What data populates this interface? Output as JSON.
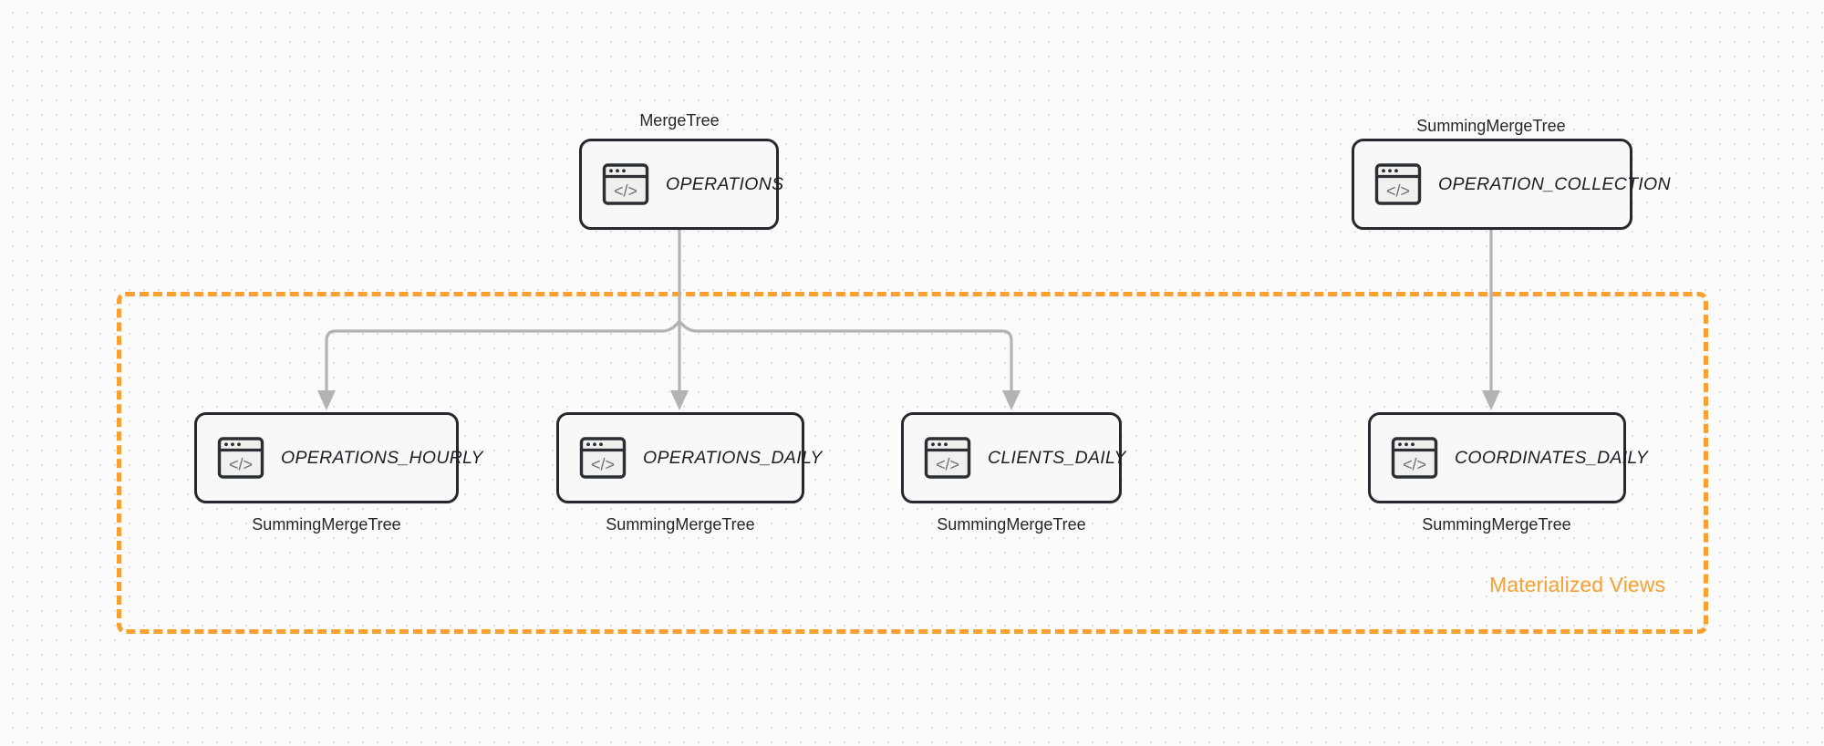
{
  "diagram": {
    "title": "ClickHouse table and materialized view topology",
    "accent_color": "#f9a031",
    "node_border_color": "#25282c",
    "edge_color": "#b3b3b3",
    "background_color": "#fbfbfb"
  },
  "group": {
    "label": "Materialized Views",
    "style": "dashed",
    "color": "#f9a031"
  },
  "source_nodes": [
    {
      "id": "operations",
      "name": "OPERATIONS",
      "engine": "MergeTree",
      "engine_position": "above",
      "icon": "code-window-icon"
    },
    {
      "id": "operation_collection",
      "name": "OPERATION_COLLECTION",
      "engine": "SummingMergeTree",
      "engine_position": "above",
      "icon": "code-window-icon"
    }
  ],
  "view_nodes": [
    {
      "id": "operations_hourly",
      "name": "OPERATIONS_HOURLY",
      "engine": "SummingMergeTree",
      "engine_position": "below",
      "icon": "code-window-icon"
    },
    {
      "id": "operations_daily",
      "name": "OPERATIONS_DAILY",
      "engine": "SummingMergeTree",
      "engine_position": "below",
      "icon": "code-window-icon"
    },
    {
      "id": "clients_daily",
      "name": "CLIENTS_DAILY",
      "engine": "SummingMergeTree",
      "engine_position": "below",
      "icon": "code-window-icon"
    },
    {
      "id": "coordinates_daily",
      "name": "COORDINATES_DAILY",
      "engine": "SummingMergeTree",
      "engine_position": "below",
      "icon": "code-window-icon"
    }
  ],
  "edges": [
    {
      "from": "operations",
      "to": "operations_hourly"
    },
    {
      "from": "operations",
      "to": "operations_daily"
    },
    {
      "from": "operations",
      "to": "clients_daily"
    },
    {
      "from": "operation_collection",
      "to": "coordinates_daily"
    }
  ]
}
